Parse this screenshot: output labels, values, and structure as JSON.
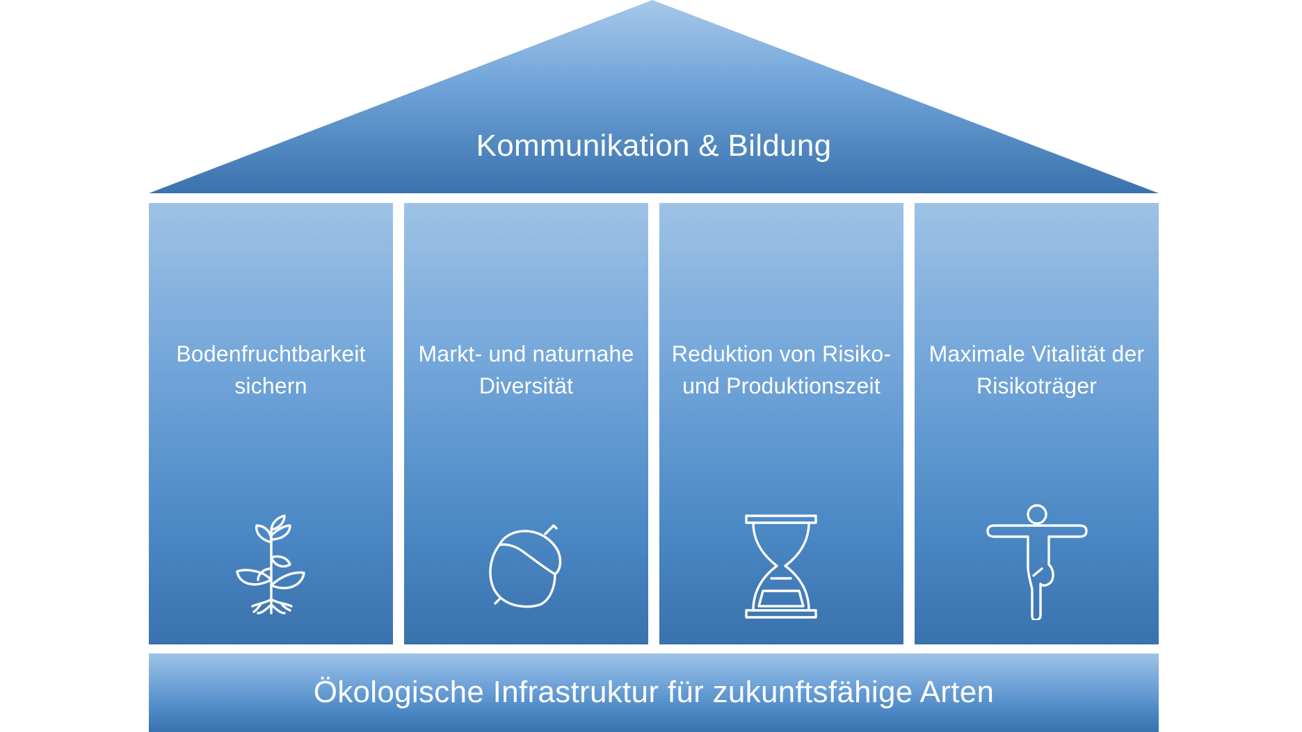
{
  "roof": {
    "label": "Kommunikation & Bildung"
  },
  "pillars": [
    {
      "label": "Bodenfruchtbarkeit sichern",
      "icon": "seedling-icon"
    },
    {
      "label": "Markt- und naturnahe Diversität",
      "icon": "acorn-icon"
    },
    {
      "label": "Reduktion von Risiko- und Produktionszeit",
      "icon": "hourglass-icon"
    },
    {
      "label": "Maximale Vitalität der Risikoträger",
      "icon": "tree-pose-figure-icon"
    }
  ],
  "foundation": {
    "label": "Ökologische Infrastruktur für zukunftsfähige Arten"
  },
  "colors": {
    "gradient_top": "#9ec2e6",
    "gradient_bottom": "#3a72ad",
    "text": "#ffffff"
  }
}
